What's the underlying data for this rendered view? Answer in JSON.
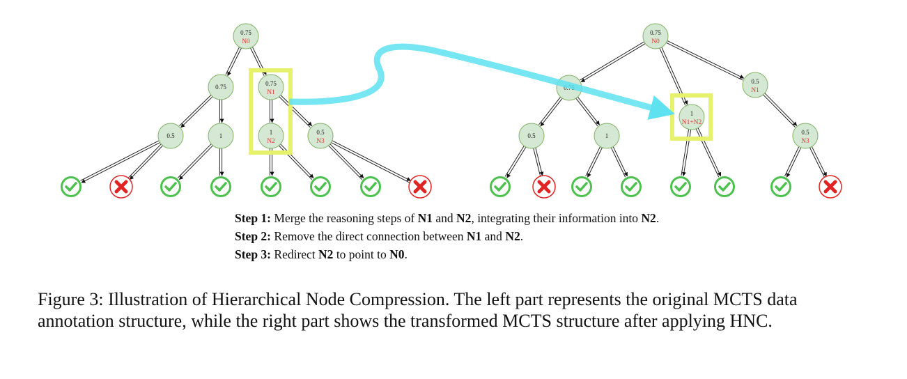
{
  "left_tree": {
    "nodes": [
      {
        "id": "root",
        "value": "0.75",
        "label": "N0"
      },
      {
        "id": "a",
        "value": "0.75",
        "label": ""
      },
      {
        "id": "n1",
        "value": "0.75",
        "label": "N1"
      },
      {
        "id": "b",
        "value": "0.5",
        "label": ""
      },
      {
        "id": "c",
        "value": "1",
        "label": ""
      },
      {
        "id": "n2",
        "value": "1",
        "label": "N2"
      },
      {
        "id": "n3",
        "value": "0.5",
        "label": "N3"
      }
    ],
    "leaves": [
      "check",
      "cross",
      "check",
      "check",
      "check",
      "check",
      "check",
      "cross"
    ]
  },
  "right_tree": {
    "nodes": [
      {
        "id": "root",
        "value": "0.75",
        "label": "N0"
      },
      {
        "id": "a",
        "value": "0.75",
        "label": ""
      },
      {
        "id": "n12",
        "value": "1",
        "label": "N1+N2"
      },
      {
        "id": "n1",
        "value": "0.5",
        "label": "N1"
      },
      {
        "id": "b",
        "value": "0.5",
        "label": ""
      },
      {
        "id": "c",
        "value": "1",
        "label": ""
      },
      {
        "id": "n3",
        "value": "0.5",
        "label": "N3"
      }
    ],
    "leaves": [
      "check",
      "cross",
      "check",
      "check",
      "check",
      "check",
      "check",
      "cross"
    ]
  },
  "colors": {
    "node_fill": "#d5e8d4",
    "node_stroke": "#82b366",
    "highlight": "#e6f26b",
    "arrow": "#5ee2f0",
    "check": "#4cc14e",
    "cross": "#e02424"
  },
  "steps": [
    {
      "title": "Step 1:",
      "parts": [
        " Merge the reasoning steps of ",
        "N1",
        " and ",
        "N2",
        ", integrating their information into ",
        "N2",
        "."
      ]
    },
    {
      "title": "Step 2:",
      "parts": [
        " Remove the direct connection between ",
        "N1",
        " and ",
        "N2",
        "."
      ]
    },
    {
      "title": "Step 3:",
      "parts": [
        " Redirect ",
        "N2",
        " to point to ",
        "N0",
        "."
      ]
    }
  ],
  "caption": "Figure 3: Illustration of Hierarchical Node Compression. The left part represents the original MCTS data annotation structure, while the right part shows the transformed MCTS structure after applying HNC."
}
